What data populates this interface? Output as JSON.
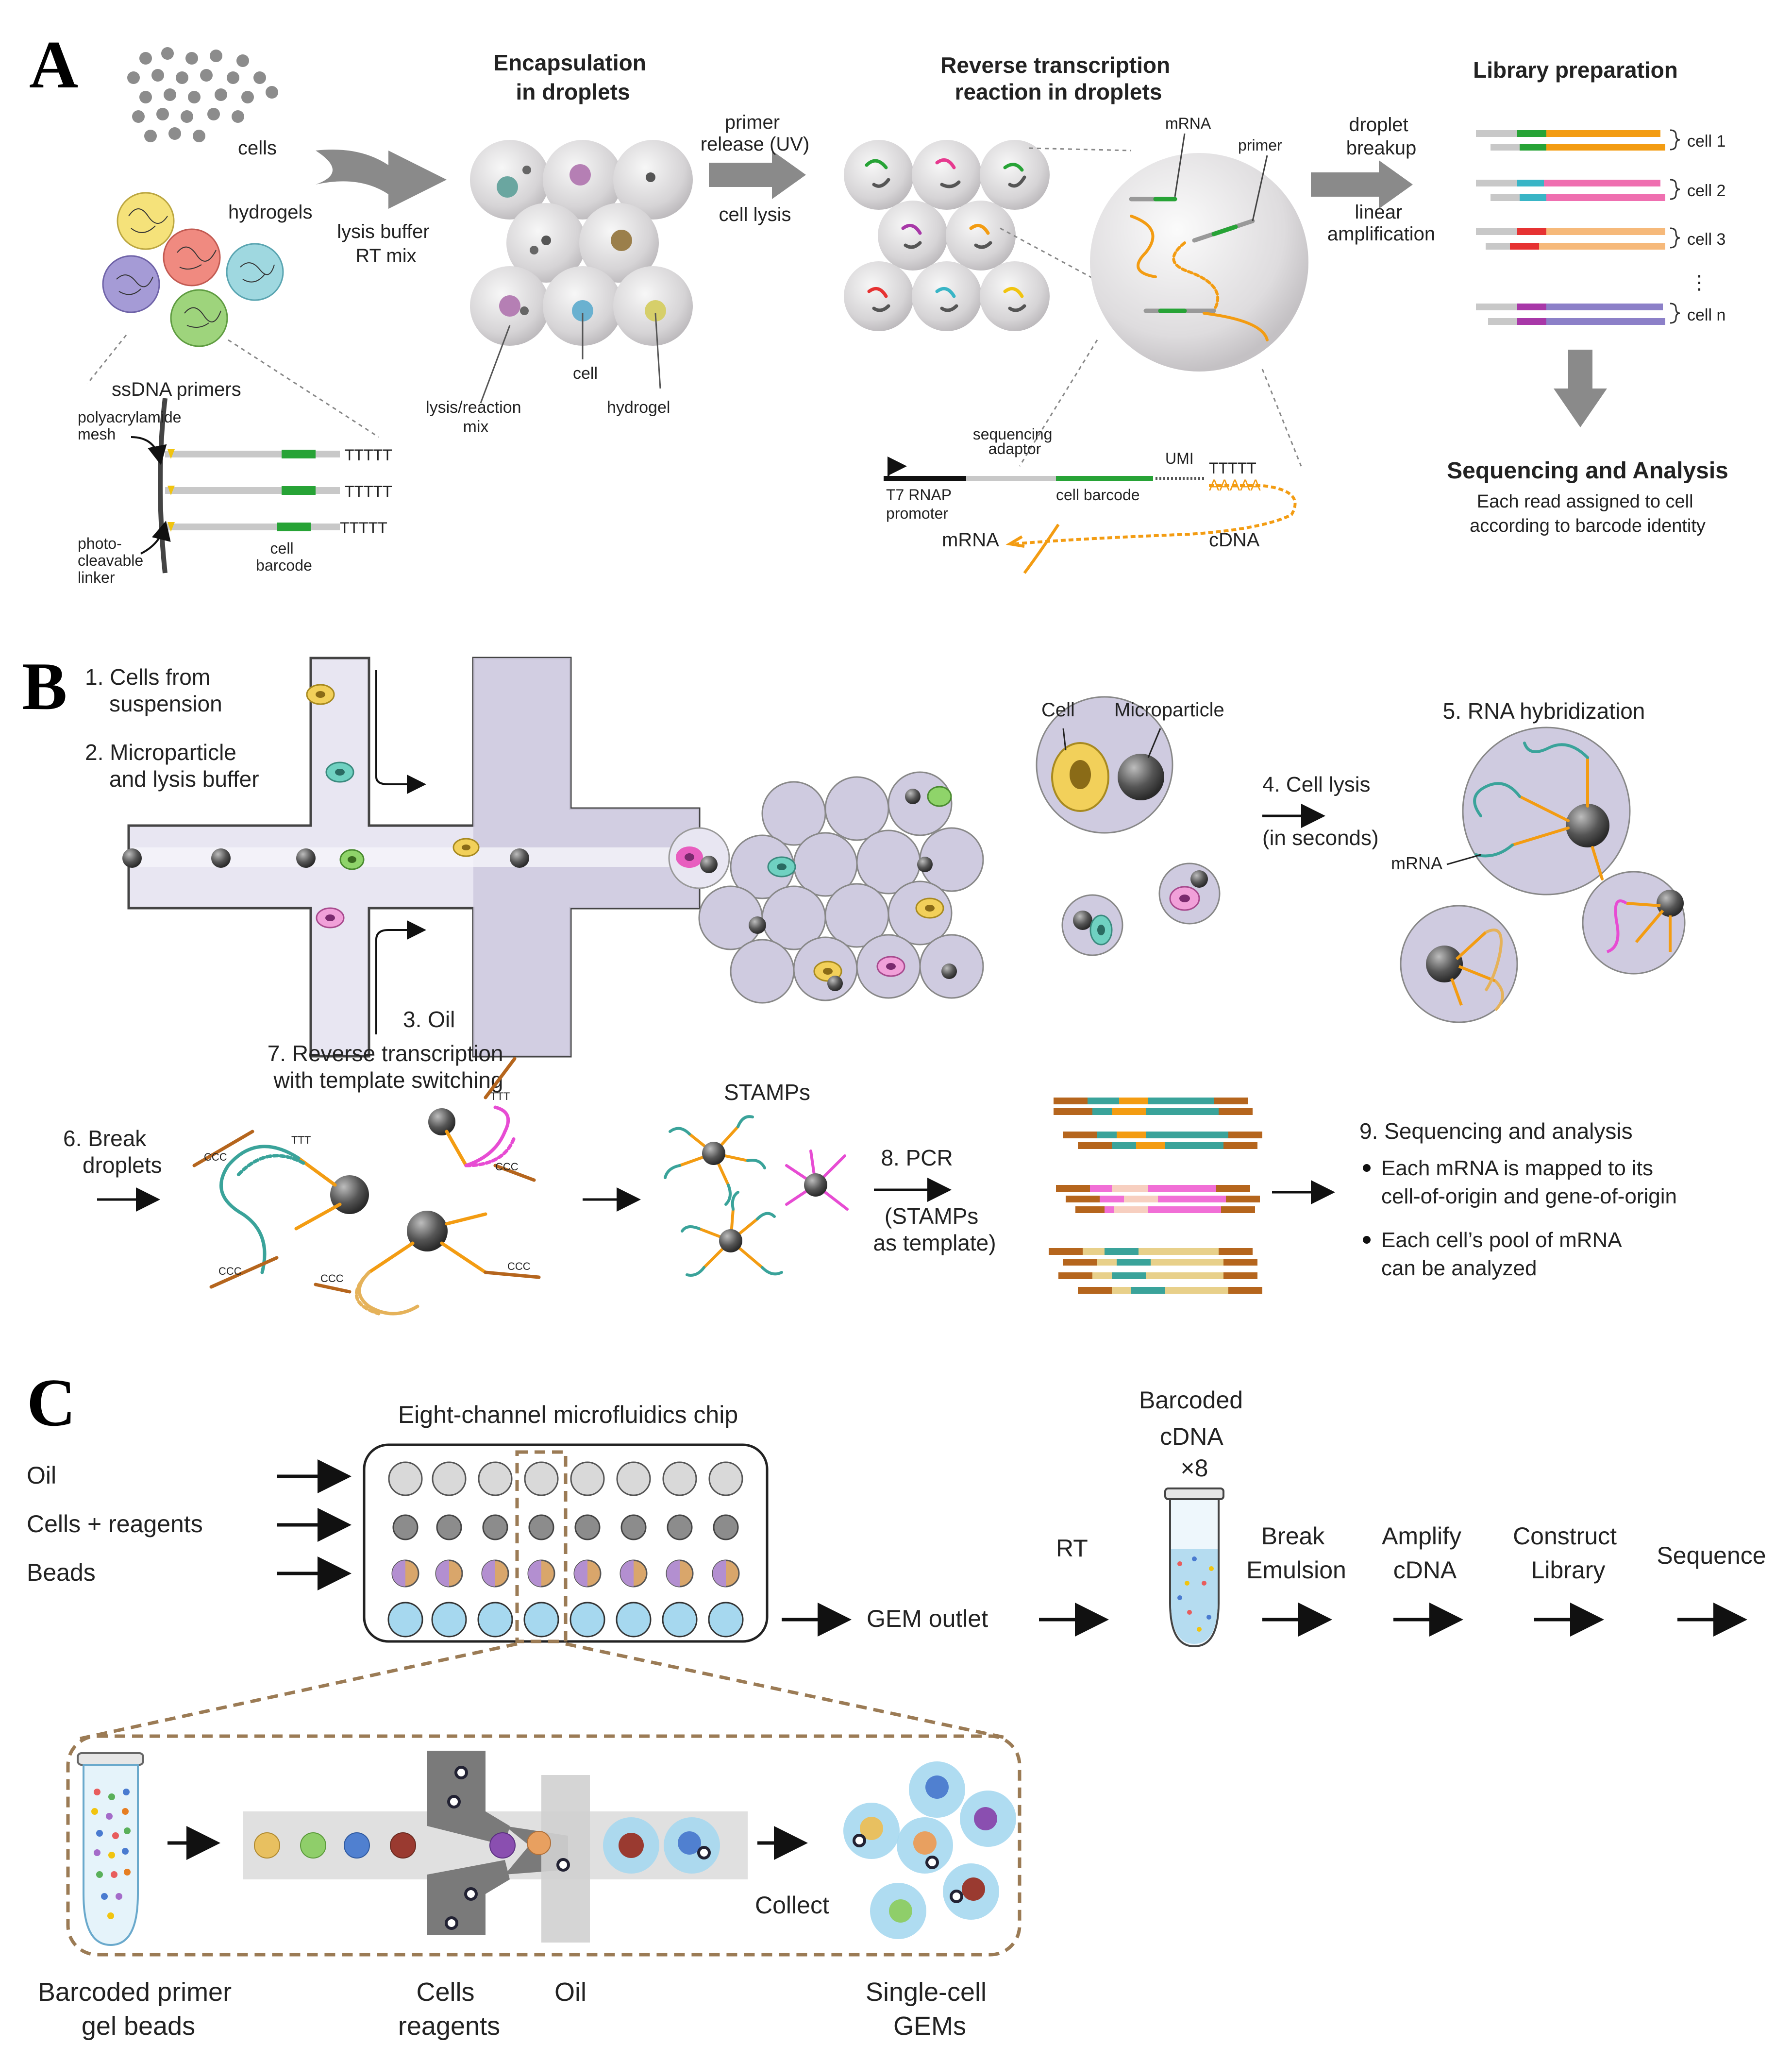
{
  "panels": {
    "A": {
      "letter": "A",
      "input_cells": "cells",
      "input_hydrogels": "hydrogels",
      "ssdna_primers": "ssDNA primers",
      "polyacrylamide_mesh": [
        "polyacrylamide",
        "mesh"
      ],
      "photo_cleavable_linker": [
        "photo-",
        "cleavable",
        "linker"
      ],
      "cell_barcode_small": [
        "cell",
        "barcode"
      ],
      "polyT": "TTTTT",
      "arrow1_label": [
        "lysis buffer",
        "RT mix"
      ],
      "encapsulation_title": [
        "Encapsulation",
        "in droplets"
      ],
      "lysis_reaction_mix": [
        "lysis/reaction",
        "mix"
      ],
      "cell_label": "cell",
      "hydrogel_label": "hydrogel",
      "arrow2_top": [
        "primer",
        "release (UV)"
      ],
      "arrow2_bottom": "cell lysis",
      "rt_title": [
        "Reverse transcription",
        "reaction in droplets"
      ],
      "mrna_label": "mRNA",
      "primer_label": "primer",
      "t7_promoter": [
        "T7 RNAP",
        "promoter"
      ],
      "sequencing_adaptor": [
        "sequencing",
        "adaptor"
      ],
      "cell_barcode": "cell barcode",
      "umi": "UMI",
      "polyT_big": "TTTTT",
      "polyA": "AAAAA",
      "mrna_bottom": "mRNA",
      "cdna_bottom": "cDNA",
      "arrow3_top": [
        "droplet",
        "breakup"
      ],
      "arrow3_bottom": [
        "linear",
        "amplification"
      ],
      "library_title": "Library preparation",
      "library_cells": [
        "cell 1",
        "cell 2",
        "cell 3",
        "cell n"
      ],
      "ellipsis": "⋮",
      "seq_title": "Sequencing and Analysis",
      "seq_text": [
        "Each read assigned to cell",
        "according to barcode identity"
      ]
    },
    "B": {
      "letter": "B",
      "step1": [
        "1. Cells from",
        "suspension"
      ],
      "step2": [
        "2. Microparticle",
        "and lysis buffer"
      ],
      "step3": "3. Oil",
      "cell_label": "Cell",
      "microparticle_label": "Microparticle",
      "step4": [
        "4. Cell lysis",
        "(in seconds)"
      ],
      "step5": "5. RNA hybridization",
      "mrna_label": "mRNA",
      "step6": [
        "6. Break",
        "droplets"
      ],
      "step7": [
        "7. Reverse transcription",
        "with template switching"
      ],
      "stamps": "STAMPs",
      "step8": [
        "8. PCR",
        "(STAMPs",
        "as template)"
      ],
      "step9_title": "9. Sequencing and analysis",
      "bullet1": [
        "Each mRNA is mapped to its",
        "cell-of-origin and gene-of-origin"
      ],
      "bullet2": [
        "Each cell’s pool of mRNA",
        "can be analyzed"
      ],
      "ttt": "TTT",
      "ccc": "CCC"
    },
    "C": {
      "letter": "C",
      "chip_title": "Eight-channel microfluidics chip",
      "inputs": [
        "Oil",
        "Cells + reagents",
        "Beads"
      ],
      "gem_outlet": "GEM outlet",
      "rt": "RT",
      "barcoded_cdna": [
        "Barcoded",
        "cDNA",
        "×8"
      ],
      "steps": [
        [
          "Break",
          "Emulsion"
        ],
        [
          "Amplify",
          "cDNA"
        ],
        [
          "Construct",
          "Library"
        ],
        [
          "Sequence"
        ]
      ],
      "collect": "Collect",
      "bottom_labels": {
        "beads": [
          "Barcoded primer",
          "gel beads"
        ],
        "cells": [
          "Cells",
          "reagents"
        ],
        "oil": "Oil",
        "gems": [
          "Single-cell",
          "GEMs"
        ]
      }
    }
  },
  "colors": {
    "arrow_gray": "#8a8a8a",
    "droplet": "#dcdcdc",
    "green": "#2e9e3a",
    "orange": "#f39c12",
    "pink": "#e85d9e",
    "blue_light": "#9fd3ea",
    "purple": "#7f70b5",
    "red": "#e63232",
    "cyan": "#39b5c6",
    "brown": "#b5651d",
    "dashed_brown": "#9b7b55"
  }
}
